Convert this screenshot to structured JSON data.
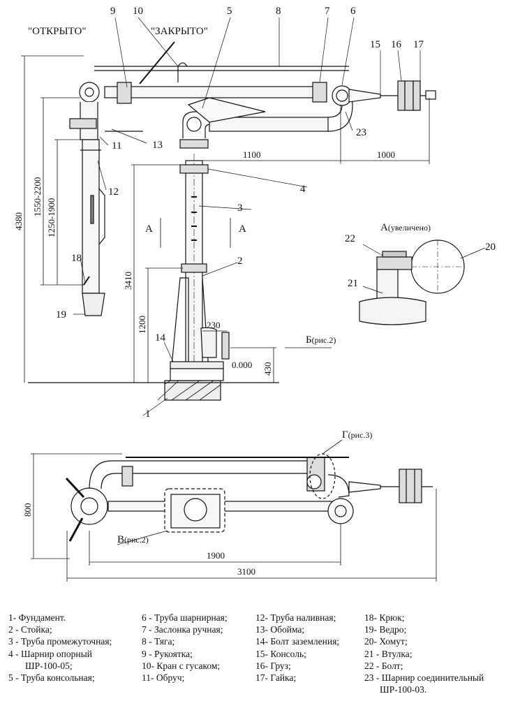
{
  "labels": {
    "open": "\"ОТКРЫТО\"",
    "closed": "\"ЗАКРЫТО\"",
    "section_a": "А",
    "view_a": "А",
    "view_a_note": "(увеличено)",
    "view_b": "Б",
    "view_b_note": "(рис.2)",
    "view_v": "В",
    "view_v_note": "(рис.2)",
    "view_g": "Г",
    "view_g_note": "(рис.3)",
    "zero": "0.000"
  },
  "callouts": [
    "1",
    "2",
    "3",
    "4",
    "5",
    "6",
    "7",
    "8",
    "9",
    "10",
    "11",
    "12",
    "13",
    "14",
    "15",
    "16",
    "17",
    "18",
    "19",
    "20",
    "21",
    "22",
    "23"
  ],
  "dimensions": {
    "d4380": "4380",
    "d1550_2200": "1550-2200",
    "d1250_1900": "1250-1900",
    "d3410": "3410",
    "d1200": "1200",
    "d430": "430",
    "d230": "230",
    "d1100": "1100",
    "d1000": "1000",
    "d800": "800",
    "d1900": "1900",
    "d3100": "3100"
  },
  "legend": [
    [
      "1- Фундамент.",
      "2 - Стойка;",
      "3 - Труба промежуточная;",
      "4 - Шарнир опорный",
      "ШР-100-05;",
      "5 - Труба консольная;"
    ],
    [
      "6 - Труба шарнирная;",
      "7 - Заслонка ручная;",
      "8 - Тяга;",
      "9 - Рукоятка;",
      "10- Кран с гусаком;",
      "11- Обруч;"
    ],
    [
      "12- Труба наливная;",
      "13- Обойма;",
      "14- Болт заземления;",
      "15- Консоль;",
      "16- Груз;",
      "17- Гайка;"
    ],
    [
      "18- Крюк;",
      "19- Ведро;",
      "20- Хомут;",
      "21 - Втулка;",
      "22 - Болт;",
      "23 - Шарнир соединительный",
      "ШР-100-03."
    ]
  ]
}
